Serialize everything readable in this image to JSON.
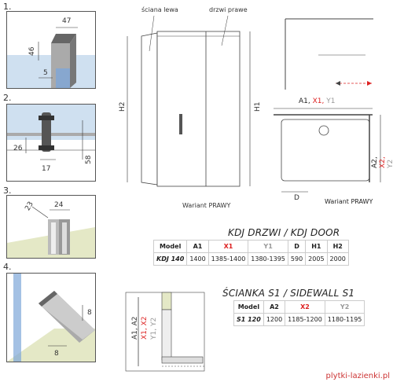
{
  "panels": {
    "p1": {
      "number": "1.",
      "dims": {
        "a": "47",
        "b": "46",
        "c": "5"
      }
    },
    "p2": {
      "number": "2.",
      "dims": {
        "a": "26",
        "b": "17",
        "c": "58"
      }
    },
    "p3": {
      "number": "3.",
      "dims": {
        "a": "23",
        "b": "24"
      }
    },
    "p4": {
      "number": "4.",
      "dims": {
        "a": "8",
        "b": "8"
      }
    }
  },
  "main": {
    "left_wall": "ściana lewa",
    "right_door": "drzwi prawe",
    "h1": "H1",
    "h2": "H2",
    "variant_left": "Wariant PRAWY",
    "variant_right": "Wariant PRAWY"
  },
  "plan": {
    "top_label": {
      "a": "A1,",
      "x": "X1,",
      "y": "Y1"
    },
    "side_label": {
      "a": "A2,",
      "x": "X2,",
      "y": "Y2"
    },
    "d_label": "D"
  },
  "small_plan": {
    "label": {
      "a": "A1, A2",
      "x": "X1, X2",
      "y": "Y1, Y2"
    }
  },
  "colors": {
    "red": "#d22222",
    "gray": "#999999",
    "glass": "#7ea6d8"
  },
  "table1": {
    "title": "KDJ DRZWI / KDJ DOOR",
    "headers": [
      "Model",
      "A1",
      "X1",
      "Y1",
      "D",
      "H1",
      "H2"
    ],
    "rows": [
      [
        "KDJ 140",
        "1400",
        "1385-1400",
        "1380-1395",
        "590",
        "2005",
        "2000"
      ]
    ]
  },
  "table2": {
    "title": "ŚCIANKA S1 / SIDEWALL S1",
    "headers": [
      "Model",
      "A2",
      "X2",
      "Y2"
    ],
    "rows": [
      [
        "S1 120",
        "1200",
        "1185-1200",
        "1180-1195"
      ]
    ]
  },
  "watermark": "plytki-lazienki.pl"
}
